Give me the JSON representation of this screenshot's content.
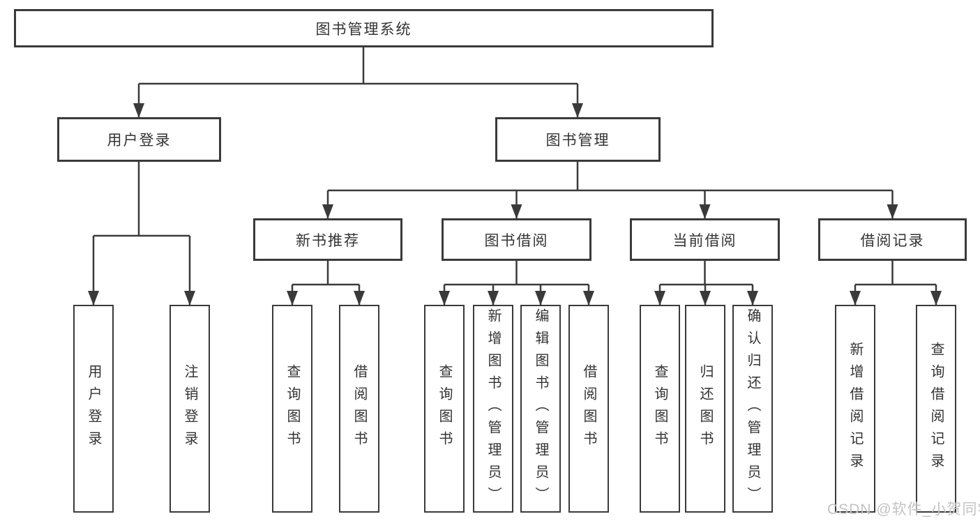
{
  "diagram": {
    "nodes": {
      "root": "图书管理系统",
      "userLogin": "用户登录",
      "bookMgmt": "图书管理",
      "newBooks": "新书推荐",
      "bookBorrow": "图书借阅",
      "currentBorrow": "当前借阅",
      "borrowRecords": "借阅记录",
      "leafUserLogin": "用户登录",
      "leafLogout": "注销登录",
      "leafNbQuery": "查询图书",
      "leafNbBorrow": "借阅图书",
      "leafBbQuery": "查询图书",
      "leafBbAdd": "新增图书（管理员）",
      "leafBbEdit": "编辑图书（管理员）",
      "leafBbBorrow": "借阅图书",
      "leafCbQuery": "查询图书",
      "leafCbReturn": "归还图书",
      "leafCbConfirm": "确认归还（管理员）",
      "leafBrAdd": "新增借阅记录",
      "leafBrQuery": "查询借阅记录"
    },
    "watermark": "CSDN @软件_小贺同学",
    "colors": {
      "line": "#3a3a3a",
      "text": "#333333",
      "watermark": "#c3c3c3",
      "background": "#ffffff"
    }
  }
}
